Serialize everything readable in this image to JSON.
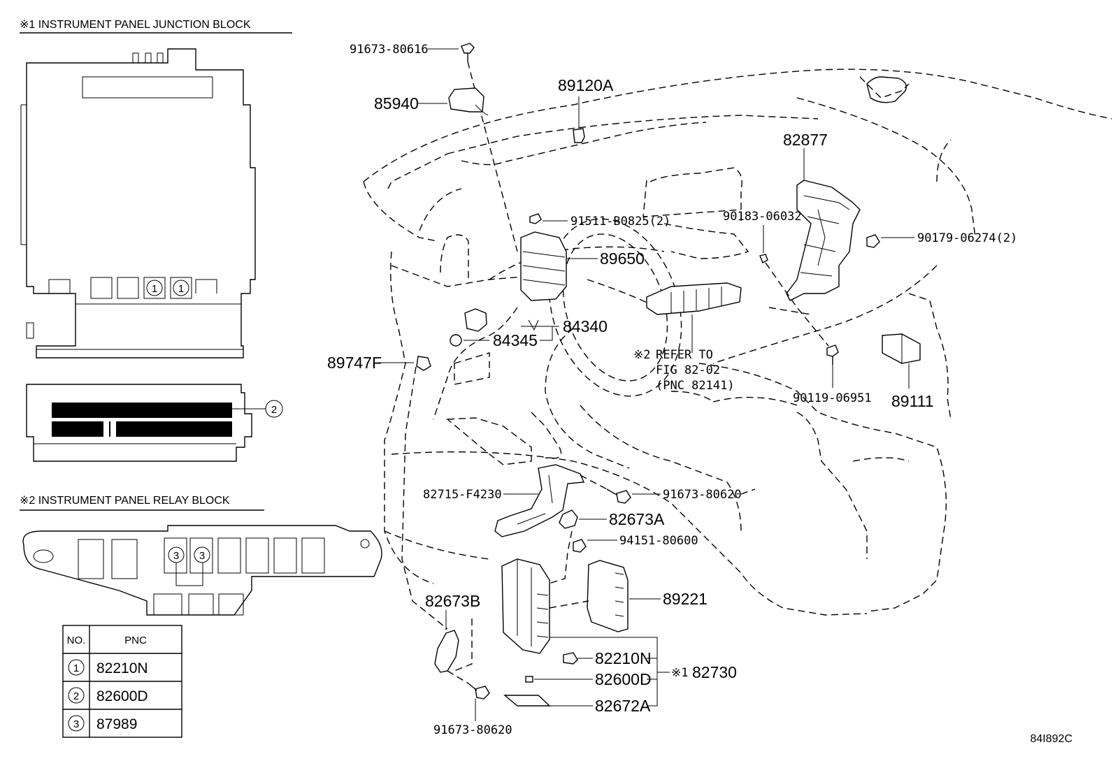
{
  "titles": {
    "junction_block": "※1 INSTRUMENT PANEL JUNCTION BLOCK",
    "relay_block": "※2 INSTRUMENT PANEL RELAY BLOCK"
  },
  "callout_marks": {
    "one": "1",
    "two": "2",
    "three": "3"
  },
  "pnc_table": {
    "header_no": "NO.",
    "header_pnc": "PNC",
    "rows": [
      {
        "no": "1",
        "pnc": "82210N"
      },
      {
        "no": "2",
        "pnc": "82600D"
      },
      {
        "no": "3",
        "pnc": "87989"
      }
    ]
  },
  "parts": {
    "p91673_80616": "91673-80616",
    "p85940": "85940",
    "p89120A": "89120A",
    "p82877": "82877",
    "p91511": "91511-B0825(2)",
    "p90183": "90183-06032",
    "p90179": "90179-06274(2)",
    "p89650": "89650",
    "p84340": "84340",
    "p84345": "84345",
    "p89747F": "89747F",
    "refer_mark": "※2",
    "refer_1": "REFER TO",
    "refer_2": "FIG 82-02",
    "refer_3": "(PNC 82141)",
    "p90119": "90119-06951",
    "p89111": "89111",
    "p82715": "82715-F4230",
    "p91673_80620a": "91673-80620",
    "p82673A": "82673A",
    "p94151": "94151-80600",
    "p89221": "89221",
    "p82673B": "82673B",
    "p82210N": "82210N",
    "p82600D": "82600D",
    "p82672A": "82672A",
    "p82730_mark": "※1",
    "p82730": "82730",
    "p91673_80620b": "91673-80620"
  },
  "illustration_code": "84I892C"
}
